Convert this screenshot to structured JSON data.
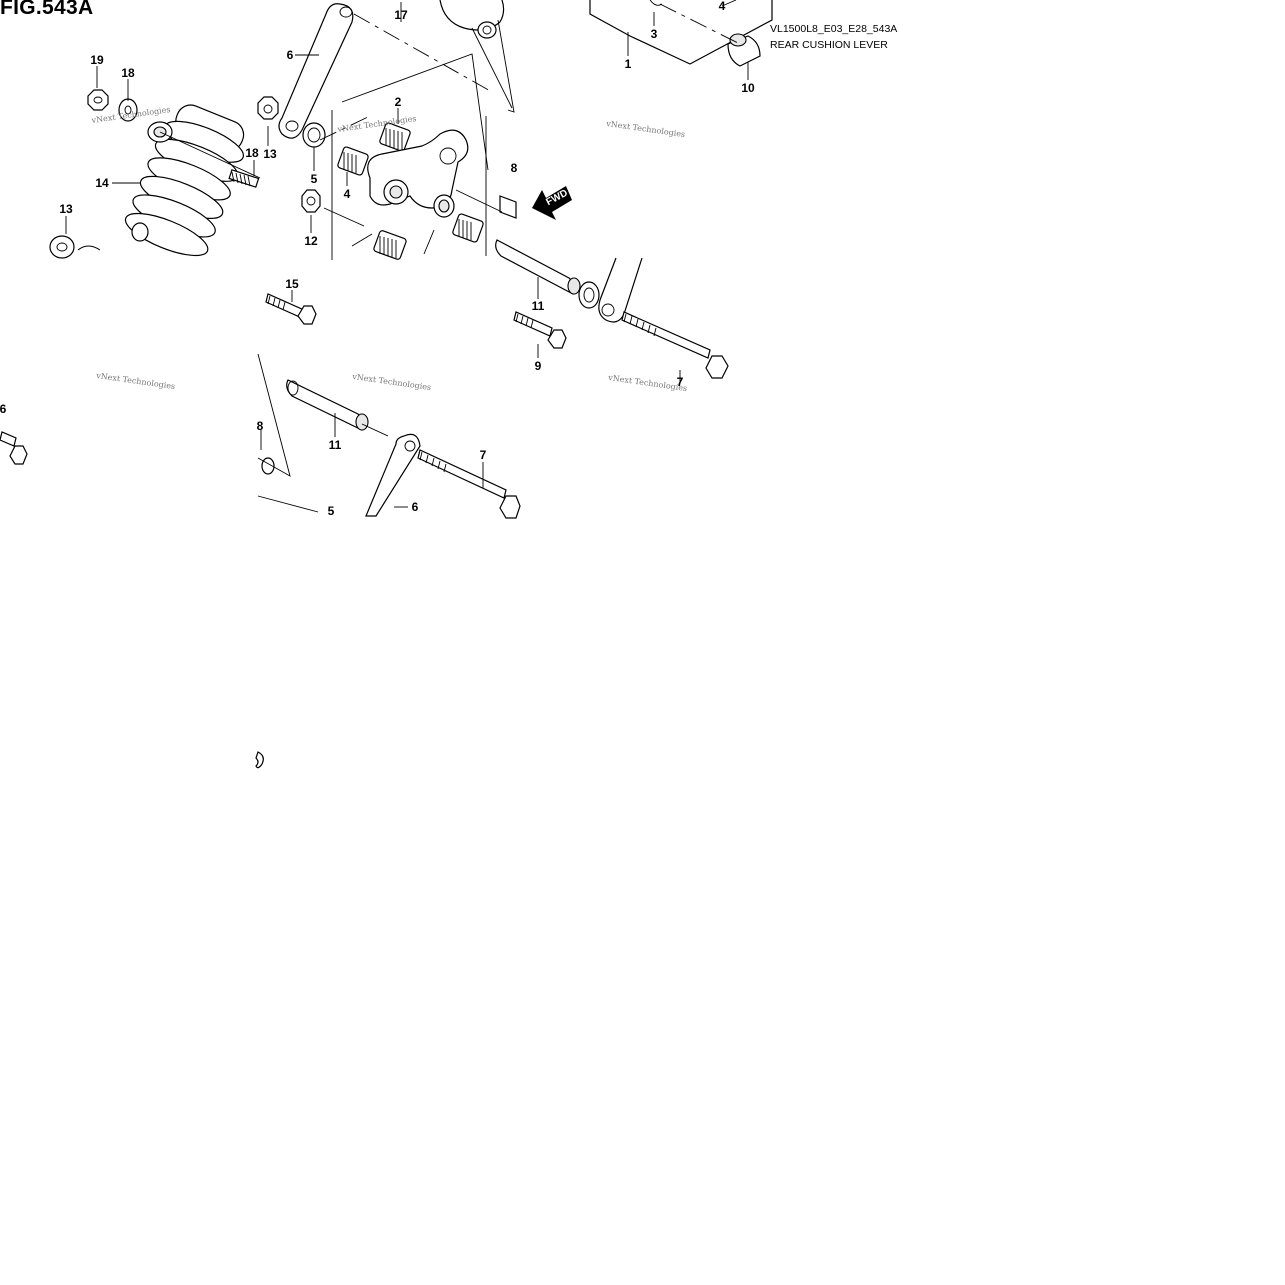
{
  "figure": {
    "title": "FIG.543A",
    "code": "VL1500L8_E03_E28_543A",
    "name": "REAR CUSHION LEVER"
  },
  "watermark_text": "vNext Technologies",
  "fwd_label": "FWD",
  "callouts": [
    {
      "id": "c19",
      "label": "19"
    },
    {
      "id": "c18a",
      "label": "18"
    },
    {
      "id": "c14",
      "label": "14"
    },
    {
      "id": "c13a",
      "label": "13"
    },
    {
      "id": "c13b",
      "label": "13"
    },
    {
      "id": "c18b",
      "label": "18"
    },
    {
      "id": "c6a",
      "label": "6"
    },
    {
      "id": "c17",
      "label": "17"
    },
    {
      "id": "c2",
      "label": "2"
    },
    {
      "id": "c5a",
      "label": "5"
    },
    {
      "id": "c4a",
      "label": "4"
    },
    {
      "id": "c12",
      "label": "12"
    },
    {
      "id": "c8a",
      "label": "8"
    },
    {
      "id": "c3",
      "label": "3"
    },
    {
      "id": "c4b",
      "label": "4"
    },
    {
      "id": "c1",
      "label": "1"
    },
    {
      "id": "c10",
      "label": "10"
    },
    {
      "id": "c15",
      "label": "15"
    },
    {
      "id": "c11a",
      "label": "11"
    },
    {
      "id": "c9",
      "label": "9"
    },
    {
      "id": "c7a",
      "label": "7"
    },
    {
      "id": "c11b",
      "label": "11"
    },
    {
      "id": "c8b",
      "label": "8"
    },
    {
      "id": "c7b",
      "label": "7"
    },
    {
      "id": "c6b",
      "label": "6"
    },
    {
      "id": "c5b",
      "label": "5"
    },
    {
      "id": "c16",
      "label": "6"
    }
  ],
  "colors": {
    "ink": "#000000",
    "background": "#ffffff",
    "watermark": "#777777"
  }
}
